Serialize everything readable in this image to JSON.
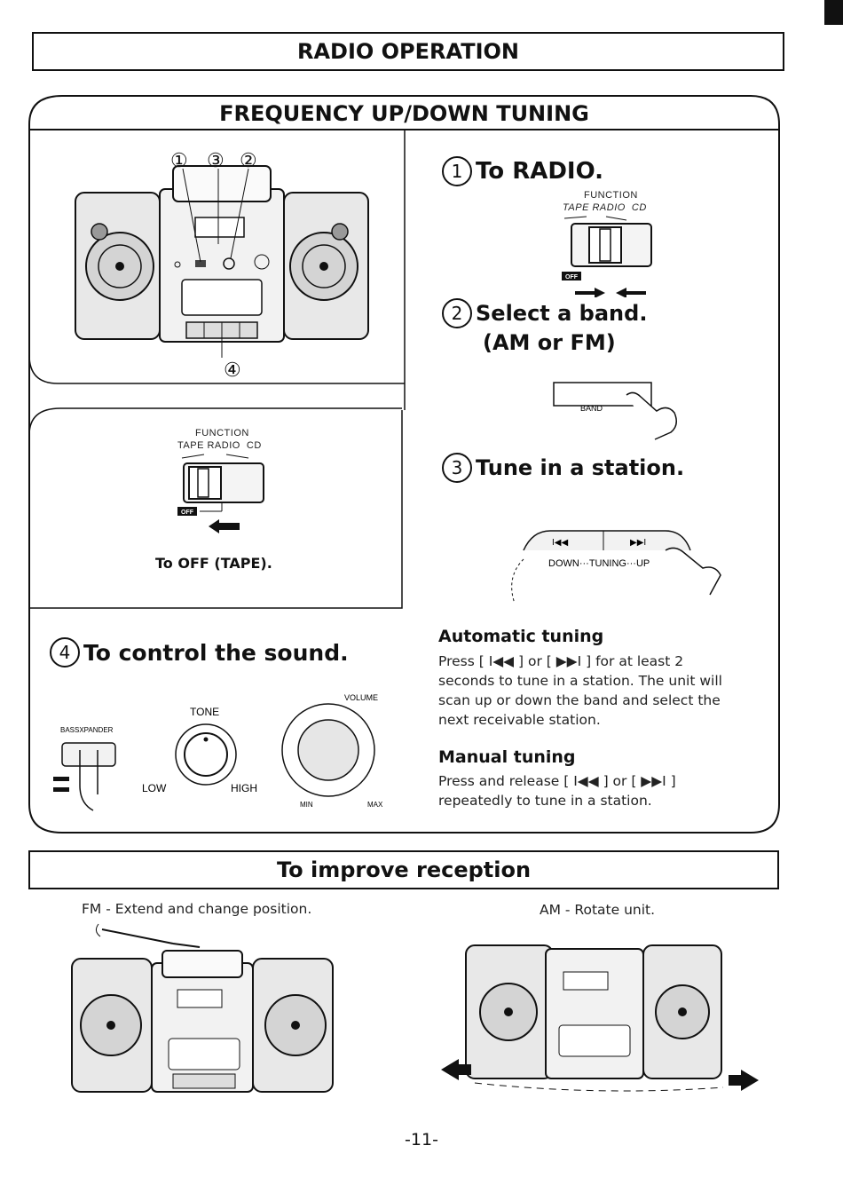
{
  "page": {
    "title": "RADIO OPERATION",
    "page_number": "-11-"
  },
  "freq": {
    "title": "FREQUENCY UP/DOWN TUNING",
    "callouts": [
      "①",
      "③",
      "②",
      "④"
    ],
    "off_panel": {
      "function_label": "FUNCTION",
      "function_positions": "TAPE RADIO  CD",
      "off_badge": "OFF",
      "caption": "To OFF (TAPE)."
    },
    "step1": {
      "num": "1",
      "text": "To RADIO.",
      "function_label": "FUNCTION",
      "function_positions": "TAPE RADIO  CD",
      "off_badge": "OFF"
    },
    "step2": {
      "num": "2",
      "line1": "Select a band.",
      "line2": "(AM or FM)",
      "band_label": "BAND"
    },
    "step3": {
      "num": "3",
      "text": "Tune in a station.",
      "down_up_label": "DOWN···TUNING···UP",
      "prev_symbol": "I◀◀",
      "next_symbol": "▶▶I"
    },
    "step4": {
      "num": "4",
      "text": "To control the sound.",
      "bass_label": "BASSXPANDER",
      "tone_label": "TONE",
      "low_label": "LOW",
      "high_label": "HIGH",
      "volume_label": "VOLUME",
      "min_label": "MIN",
      "max_label": "MAX"
    },
    "auto": {
      "heading": "Automatic tuning",
      "text": "Press [ I◀◀ ] or [ ▶▶I ] for at least 2 seconds to tune in a station. The unit will scan up or down the band and select the next receivable station."
    },
    "manual": {
      "heading": "Manual tuning",
      "text": "Press and release [ I◀◀ ] or [ ▶▶I ] repeatedly to tune in a station."
    }
  },
  "reception": {
    "title": "To improve reception",
    "fm_caption": "FM - Extend and change position.",
    "am_caption": "AM - Rotate unit."
  }
}
